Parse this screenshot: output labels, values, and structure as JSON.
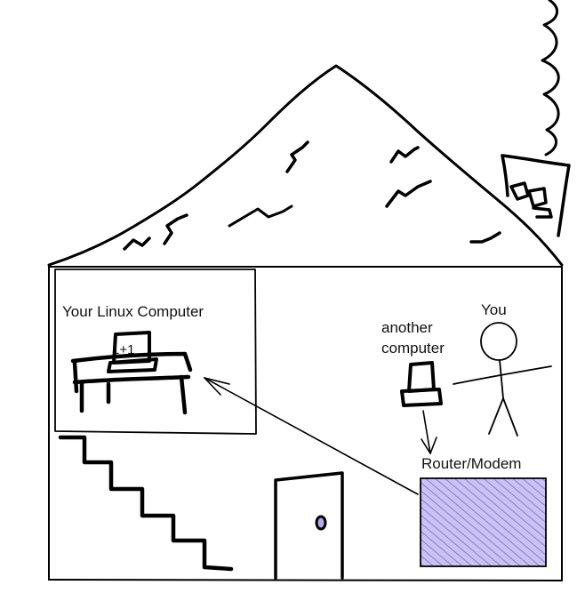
{
  "labels": {
    "linux_computer": "Your Linux Computer",
    "screen_text": "1+1",
    "another_computer_line1": "another",
    "another_computer_line2": "computer",
    "you": "You",
    "router": "Router/Modem"
  },
  "colors": {
    "ink": "#000000",
    "router_fill": "#c9c2f2",
    "router_hatch": "#7b68d9",
    "door_knob": "#b3aaf0"
  },
  "icons": [
    "laptop-icon",
    "stick-figure-icon",
    "door-icon",
    "chimney-icon"
  ]
}
